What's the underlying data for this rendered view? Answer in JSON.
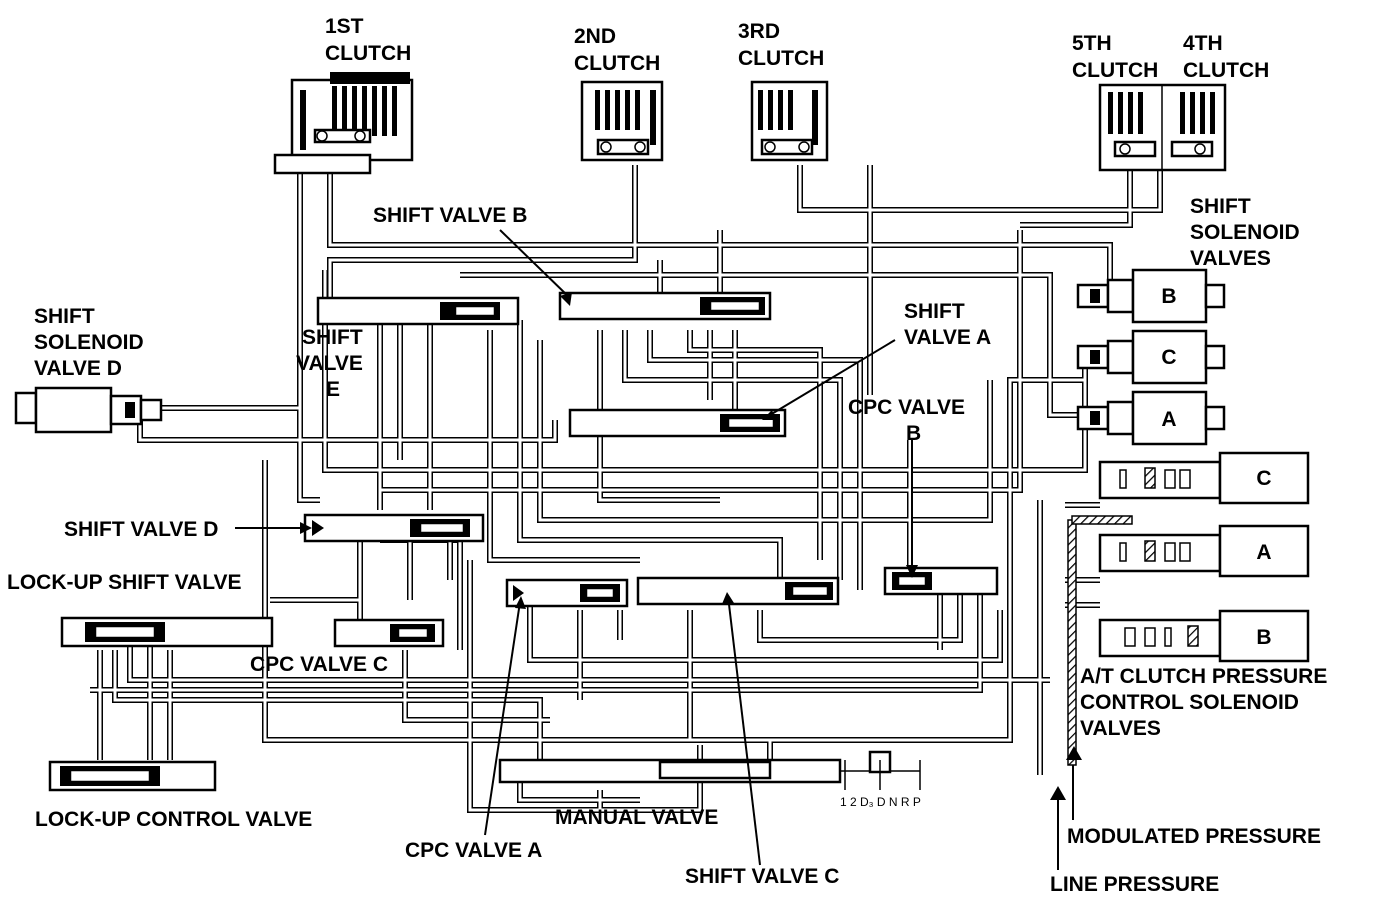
{
  "labels": {
    "clutch1": [
      "1ST",
      "CLUTCH"
    ],
    "clutch2": [
      "2ND",
      "CLUTCH"
    ],
    "clutch3": [
      "3RD",
      "CLUTCH"
    ],
    "clutch5": [
      "5TH",
      "CLUTCH"
    ],
    "clutch4": [
      "4TH",
      "CLUTCH"
    ],
    "shift_solenoid_valves": [
      "SHIFT",
      "SOLENOID",
      "VALVES"
    ],
    "shift_valve_b": "SHIFT VALVE B",
    "shift_valve_a": [
      "SHIFT",
      "VALVE A"
    ],
    "shift_valve_e": [
      "SHIFT",
      "VALVE",
      "E"
    ],
    "shift_solenoid_valve_d": [
      "SHIFT",
      "SOLENOID",
      "VALVE D"
    ],
    "cpc_valve_b": [
      "CPC VALVE",
      "B"
    ],
    "shift_valve_d": "SHIFT VALVE D",
    "lockup_shift_valve": "LOCK-UP SHIFT VALVE",
    "cpc_valve_c": "CPC VALVE C",
    "lockup_control_valve": "LOCK-UP CONTROL VALVE",
    "manual_valve": "MANUAL VALVE",
    "cpc_valve_a": "CPC VALVE A",
    "shift_valve_c": "SHIFT VALVE C",
    "at_clutch_pcs": [
      "A/T CLUTCH PRESSURE",
      "CONTROL SOLENOID",
      "VALVES"
    ],
    "modulated_pressure": "MODULATED PRESSURE",
    "line_pressure": "LINE PRESSURE",
    "manual_positions": "1 2 D₃ D N R  P"
  },
  "shift_solenoids": [
    "B",
    "C",
    "A"
  ],
  "pressure_solenoids": [
    "C",
    "A",
    "B"
  ]
}
